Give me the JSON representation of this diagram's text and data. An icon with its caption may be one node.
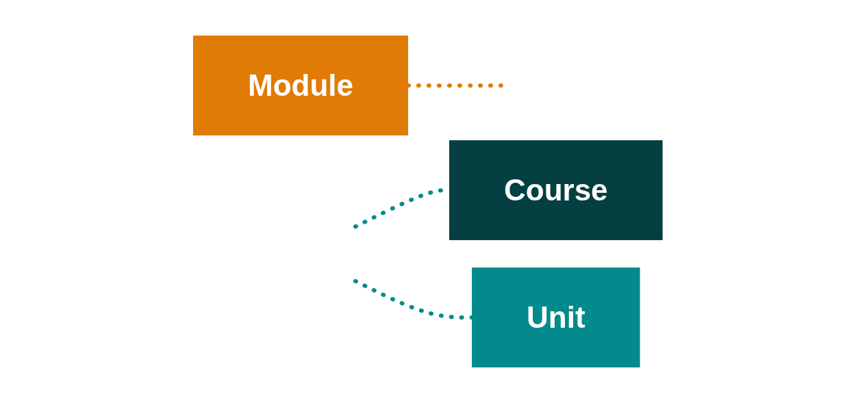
{
  "diagram": {
    "nodes": [
      {
        "text": [
          "Course"
        ]
      },
      {
        "text": [
          "Unit"
        ]
      },
      {
        "text": [
          "Module"
        ]
      }
    ],
    "edges": [
      {
        "from": null,
        "to": 0,
        "arrow": "none",
        "style": "dashed"
      },
      {
        "from": null,
        "to": 1,
        "arrow": "none",
        "style": "dashed"
      },
      {
        "from": 2,
        "to": null,
        "arrow": "none",
        "style": "dashed",
        "color": "#e07b05"
      }
    ]
  }
}
